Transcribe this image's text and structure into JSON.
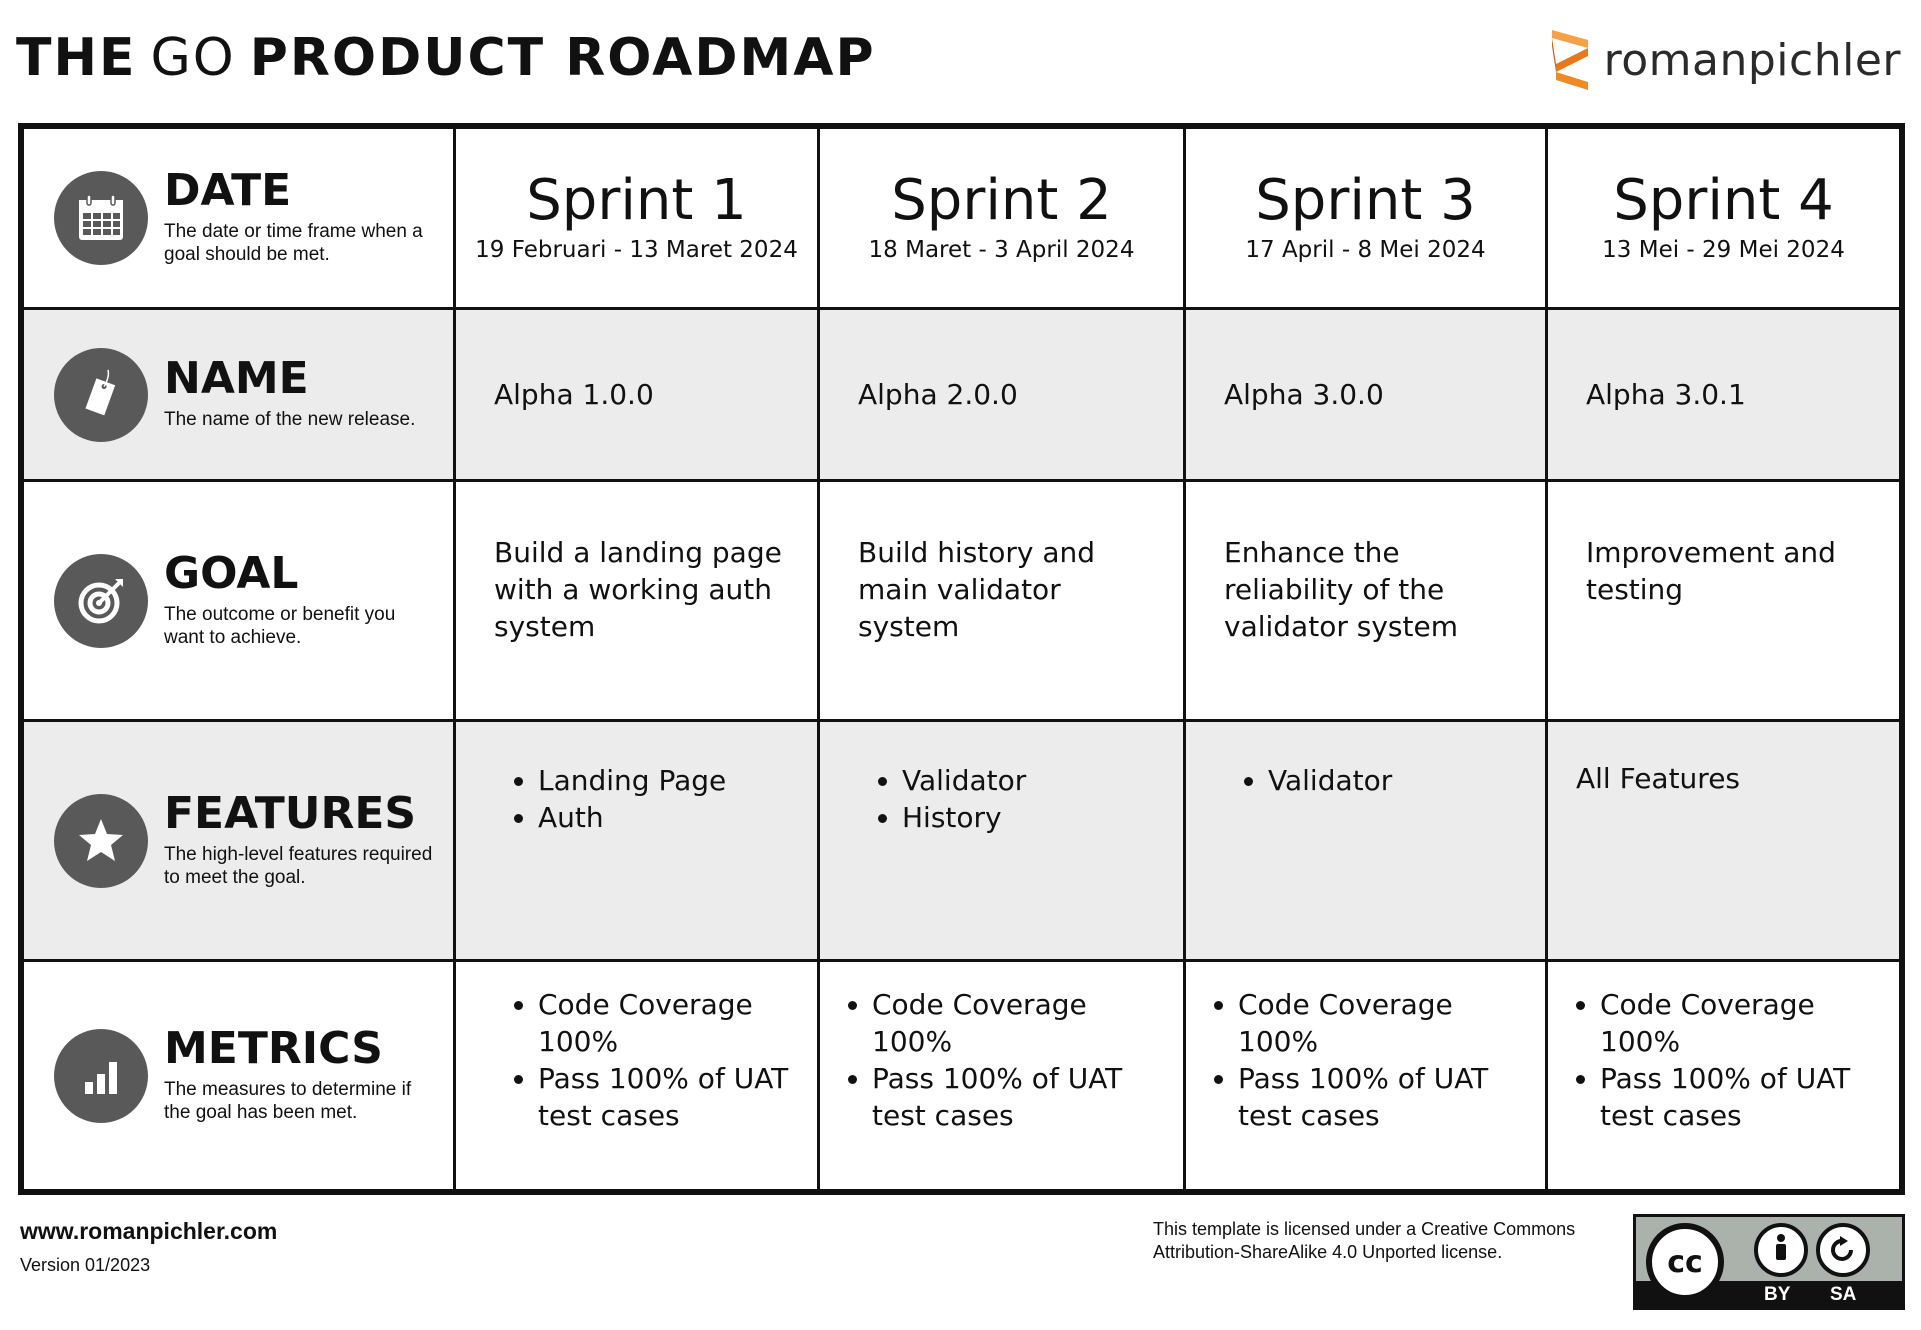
{
  "title": {
    "part1": "THE",
    "part2": "GO",
    "part3": "PRODUCT ROADMAP"
  },
  "logo": {
    "text": "romanpichler",
    "accent": "#f08a24"
  },
  "rows": {
    "date": {
      "title": "DATE",
      "desc": "The date or time frame when a goal should be met."
    },
    "name": {
      "title": "NAME",
      "desc": "The name of the new release."
    },
    "goal": {
      "title": "GOAL",
      "desc": "The outcome or benefit you want to achieve."
    },
    "features": {
      "title": "FEATURES",
      "desc": "The high-level features required to meet the goal."
    },
    "metrics": {
      "title": "METRICS",
      "desc": "The measures to determine if the goal has been met."
    }
  },
  "sprints": [
    {
      "title": "Sprint 1",
      "dates": "19 Februari - 13 Maret 2024",
      "name": "Alpha 1.0.0",
      "goal": "Build a landing page with a working auth system",
      "features": [
        "Landing Page",
        "Auth"
      ],
      "metrics": [
        "Code Coverage 100%",
        "Pass 100% of UAT test cases"
      ]
    },
    {
      "title": "Sprint 2",
      "dates": "18 Maret - 3 April 2024",
      "name": "Alpha 2.0.0",
      "goal": "Build history and main validator system",
      "features": [
        "Validator",
        "History"
      ],
      "metrics": [
        "Code Coverage 100%",
        "Pass 100% of UAT test cases"
      ]
    },
    {
      "title": "Sprint 3",
      "dates": "17 April - 8 Mei 2024",
      "name": "Alpha 3.0.0",
      "goal": "Enhance the reliability of the validator system",
      "features": [
        "Validator"
      ],
      "metrics": [
        "Code Coverage 100%",
        "Pass 100% of UAT test cases"
      ]
    },
    {
      "title": "Sprint 4",
      "dates": "13 Mei - 29 Mei 2024",
      "name": "Alpha 3.0.1",
      "goal": "Improvement and testing",
      "features_text": "All Features",
      "metrics": [
        "Code Coverage 100%",
        "Pass 100% of UAT test cases"
      ]
    }
  ],
  "footer": {
    "url": "www.romanpichler.com",
    "version": "Version 01/2023",
    "license": "This template is licensed under a Creative Commons Attribution-ShareAlike 4.0 Unported license.",
    "cc": {
      "mark": "cc",
      "by": "BY",
      "sa": "SA"
    }
  },
  "colors": {
    "icon_circle": "#595959",
    "shaded_row": "#ececec",
    "border": "#111111"
  }
}
